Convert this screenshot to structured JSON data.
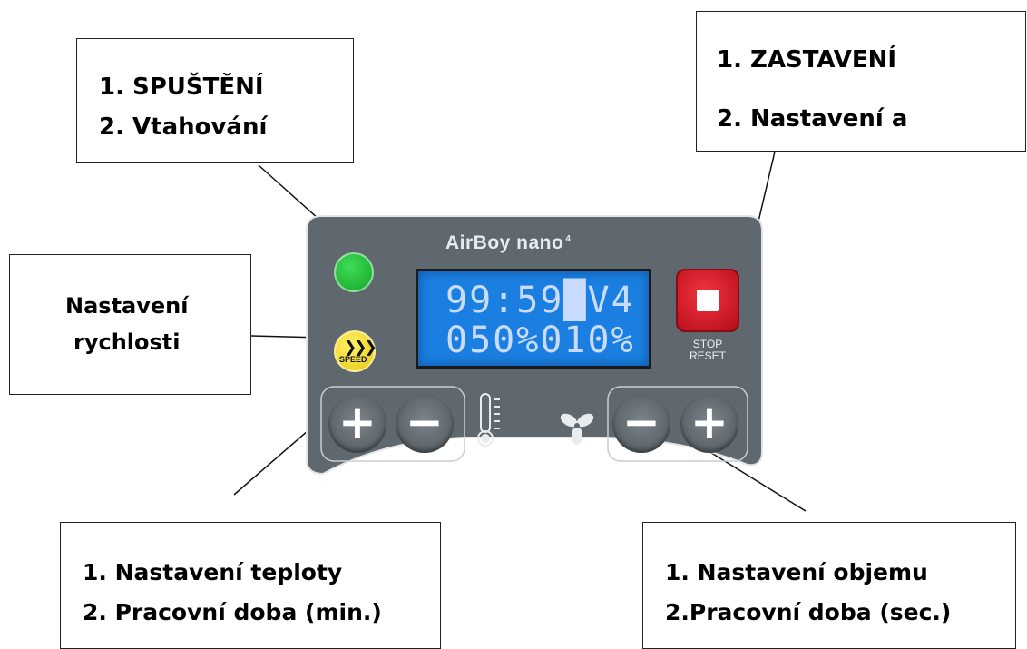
{
  "callouts": {
    "start": {
      "line1": "1. SPUŠTĚNÍ",
      "line2": "2. Vtahování"
    },
    "stop": {
      "line1": "1. ZASTAVENÍ",
      "line2": "2. Nastavení a"
    },
    "speed": {
      "line1": "Nastavení",
      "line2": "rychlosti"
    },
    "temperature": {
      "line1": "1. Nastavení teploty",
      "line2": "2. Pracovní doba (min.)"
    },
    "volume": {
      "line1": "1. Nastavení objemu",
      "line2": "2.Pracovní doba (sec.)"
    }
  },
  "device": {
    "brand": "AirBoy nano",
    "brand_sup": "4",
    "display": {
      "row1": "99:59█V4",
      "row2": "050%010%"
    },
    "speed_label": "SPEED",
    "stop_label_1": "STOP",
    "stop_label_2": "RESET",
    "plus_symbol": "+",
    "minus_symbol": "−"
  },
  "icons": [
    "play-icon",
    "speed-chevrons-icon",
    "stop-square-icon",
    "thermometer-icon",
    "fan-icon"
  ],
  "colors": {
    "panel": "#5f686e",
    "lcd": "#1a7fe0",
    "start": "#22b537",
    "speed": "#f0d418",
    "stop": "#d81b2a"
  }
}
